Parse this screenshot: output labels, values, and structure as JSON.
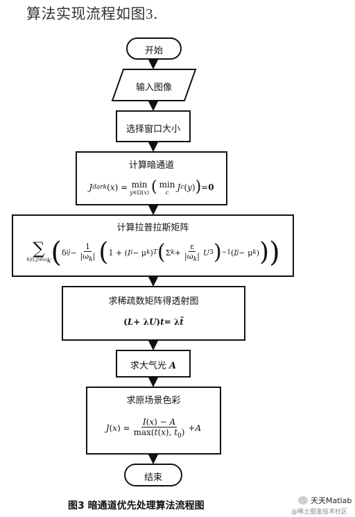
{
  "heading": {
    "text": "算法实现流程如图",
    "num": "3",
    "end": "."
  },
  "nodes": {
    "start": "开始",
    "input": "输入图像",
    "window": "选择窗口大小",
    "dark": "计算暗通道",
    "laplace": "计算拉普拉斯矩阵",
    "sparse": "求稀疏数矩阵得透射图",
    "airlight": "求大气光",
    "airlight_var": "A",
    "restore": "求原场景色彩",
    "end": "结束"
  },
  "caption": "图3   暗通道优先处理算法流程图",
  "watermark": {
    "line1": "天天Matlab",
    "line2": "@稀土掘金技术社区"
  }
}
